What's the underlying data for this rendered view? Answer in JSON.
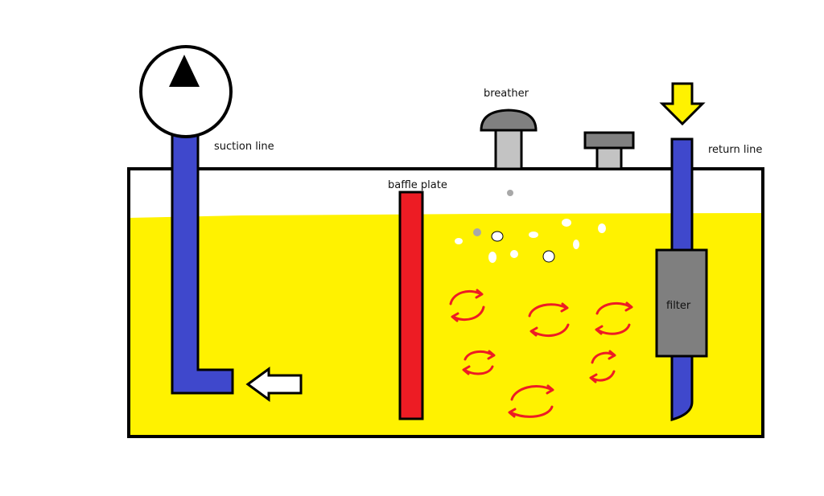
{
  "labels": {
    "suction_line": "suction line",
    "breather": "breather",
    "baffle_plate": "baffle plate",
    "return_line": "return line",
    "filter": "filter"
  },
  "colors": {
    "background": "#ffffff",
    "fluid": "#fff200",
    "pipe": "#3f48cc",
    "baffle": "#ed1c24",
    "circulation_arrows": "#ed1c24",
    "component_gray": "#7f7f7f",
    "breather_cap": "#808080",
    "breather_stem": "#c3c3c3",
    "return_flow_arrow": "#fff200",
    "outline": "#000000"
  },
  "icons": {
    "pump": "pump-icon",
    "suction_inlet_arrow": "arrow-left-icon",
    "return_inlet_arrow": "arrow-down-icon",
    "circulation": "circular-arrows-icon"
  }
}
